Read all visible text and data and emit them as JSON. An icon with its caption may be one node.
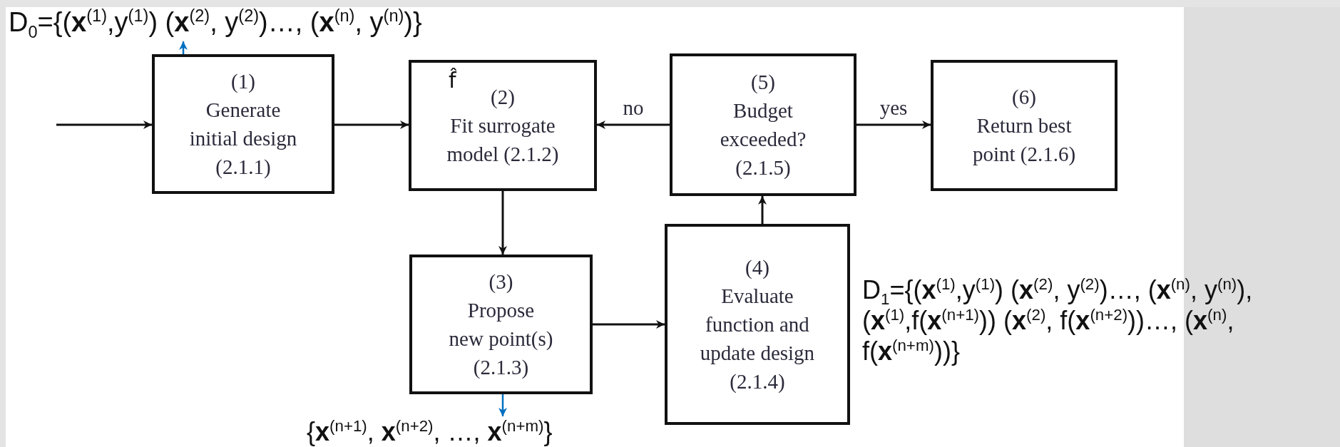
{
  "diagram": {
    "nodes": [
      {
        "text": [
          "D$_{0}$={(**x**$^{(1)}$,y$^{(1)}$) (**x**$^{(2)}$, y$^{(2)}$)…, (**x**$^{(n)}$, y$^{(n)}$)}"
        ]
      },
      {
        "text": [
          "(1)",
          "Generate initial design",
          "(2.1.1)"
        ]
      },
      {
        "text": [
          "f̂",
          "(2)",
          "Fit surrogate model (2.1.2)"
        ]
      },
      {
        "text": [
          "(3)",
          "Propose new point(s)",
          "(2.1.3)"
        ]
      },
      {
        "text": [
          "(4)",
          "Evaluate function and update design",
          "(2.1.4)"
        ]
      },
      {
        "text": [
          "(5)",
          "Budget exceeded?",
          "(2.1.5)"
        ]
      },
      {
        "text": [
          "(6)",
          "Return best point (2.1.6)"
        ]
      },
      {
        "text": [
          "{**x**$^{(n+1)}$, **x**$^{(n+2)}$, …, **x**$^{(n+m)}$}"
        ]
      }
    ],
    "edges": [
      {
        "from": null,
        "to": 1,
        "arrow": "to"
      },
      {
        "from": 1,
        "to": 2,
        "arrow": "to"
      },
      {
        "from": 2,
        "to": 3,
        "arrow": "to"
      },
      {
        "from": 3,
        "to": 4,
        "arrow": "to"
      },
      {
        "from": 4,
        "to": 5,
        "arrow": "to"
      },
      {
        "from": 5,
        "to": 2,
        "arrow": "to",
        "label": "no"
      },
      {
        "from": 5,
        "to": 6,
        "arrow": "to",
        "label": "yes"
      },
      {
        "from": 1,
        "to": 0,
        "arrow": "to",
        "color": "#0070c0"
      },
      {
        "from": 3,
        "to": 7,
        "arrow": "to",
        "color": "#0070c0"
      }
    ],
    "labels": [
      "D$_{1}$={(**x**$^{(1)}$,y$^{(1)}$) (**x**$^{(2)}$, y$^{(2)}$)…, (**x**$^{(n)}$, y$^{(n)}$), (**x**$^{(1)}$,f(**x**$^{(n+1)}$)) (**x**$^{(2)}$, f(**x**$^{(n+2)}$))…, (**x**$^{(n)}$, f(**x**$^{(n+m)}$))}"
    ]
  }
}
